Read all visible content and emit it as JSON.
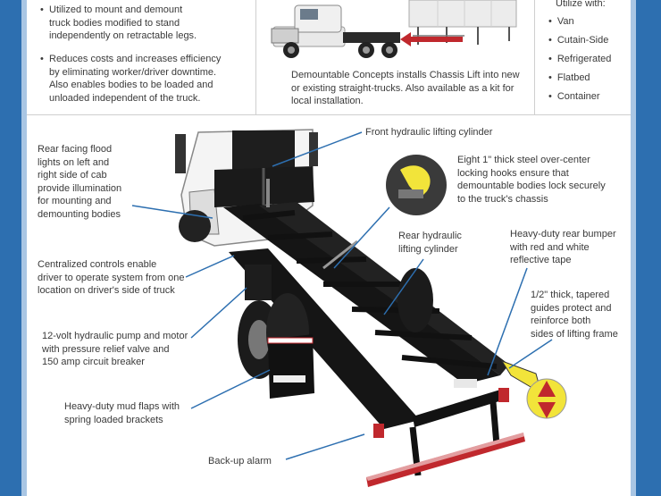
{
  "top": {
    "bullets": [
      {
        "text_lines": [
          "Utilized to mount and demount",
          "truck bodies modified to stand",
          "independently on retractable legs."
        ]
      },
      {
        "text_lines": [
          "Reduces costs and increases efficiency",
          "by eliminating worker/driver downtime.",
          "Also enables bodies to be loaded and",
          "unloaded independent of the truck."
        ]
      }
    ],
    "caption_lines": [
      "Demountable Concepts installs Chassis Lift into new",
      "or existing straight-trucks. Also available as a kit for",
      "local installation."
    ],
    "utilize": {
      "title": "Utilize with:",
      "items": [
        "Van",
        "Cutain-Side",
        "Refrigerated",
        "Flatbed",
        "Container"
      ]
    }
  },
  "callouts": {
    "front_cylinder": "Front hydraulic lifting cylinder",
    "flood_lights": [
      "Rear facing flood",
      "lights on left and",
      "right side of cab",
      "provide illumination",
      "for mounting and",
      "demounting bodies"
    ],
    "hooks": [
      "Eight 1\" thick steel over-center",
      "locking hooks ensure that",
      "demountable bodies lock securely",
      "to the truck's chassis"
    ],
    "rear_cylinder": [
      "Rear hydraulic",
      "lifting cylinder"
    ],
    "bumper": [
      "Heavy-duty rear bumper",
      "with red and white",
      "reflective tape"
    ],
    "controls": [
      "Centralized controls enable",
      "driver to operate system from one",
      "location on driver's side of truck"
    ],
    "guides": [
      "1/2\" thick, tapered",
      "guides protect and",
      "reinforce both",
      "sides of lifting frame"
    ],
    "pump": [
      "12-volt hydraulic pump and motor",
      "with pressure relief valve and",
      "150 amp circuit breaker"
    ],
    "mud_flaps": [
      "Heavy-duty mud flaps with",
      "spring loaded brackets"
    ],
    "alarm": "Back-up alarm"
  },
  "colors": {
    "frame_blue": "#2d6fb0",
    "frame_light": "#a9c6e4",
    "leader": "#2d6fb0",
    "guide_yellow": "#f2e43a",
    "arrow_red": "#c0282d"
  }
}
